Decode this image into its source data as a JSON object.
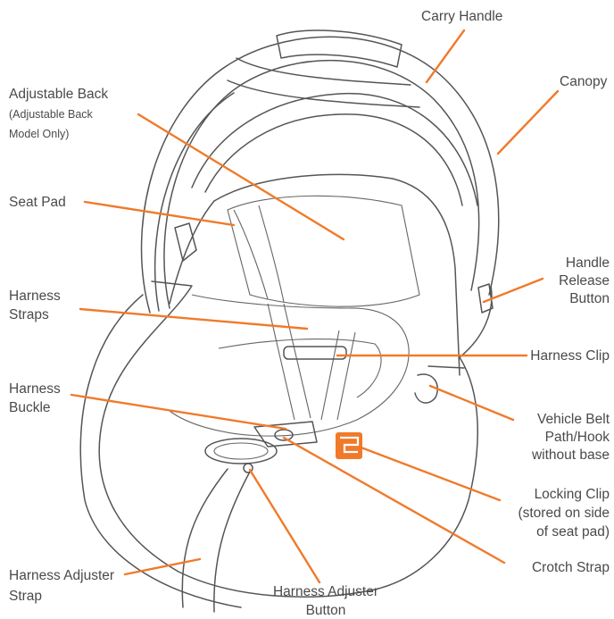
{
  "labels": {
    "carry_handle": "Carry Handle",
    "canopy": "Canopy",
    "adjustable_back": "Adjustable Back",
    "adjustable_back_note_1": "(Adjustable Back",
    "adjustable_back_note_2": "Model Only)",
    "seat_pad": "Seat Pad",
    "handle_release_1": "Handle",
    "handle_release_2": "Release",
    "handle_release_3": "Button",
    "harness_straps_1": "Harness",
    "harness_straps_2": "Straps",
    "harness_clip": "Harness Clip",
    "harness_buckle_1": "Harness",
    "harness_buckle_2": "Buckle",
    "vehicle_belt_1": "Vehicle Belt",
    "vehicle_belt_2": "Path/Hook",
    "vehicle_belt_3": "without base",
    "locking_clip_1": "Locking Clip",
    "locking_clip_2": "(stored on side",
    "locking_clip_3": "of seat pad)",
    "crotch_strap": "Crotch Strap",
    "harness_adjuster_strap_1": "Harness Adjuster",
    "harness_adjuster_strap_2": "Strap",
    "harness_adjuster_button_1": "Harness Adjuster",
    "harness_adjuster_button_2": "Button"
  },
  "colors": {
    "leader": "#f07a2a",
    "outline": "#555555",
    "text": "#4a4a4a"
  }
}
